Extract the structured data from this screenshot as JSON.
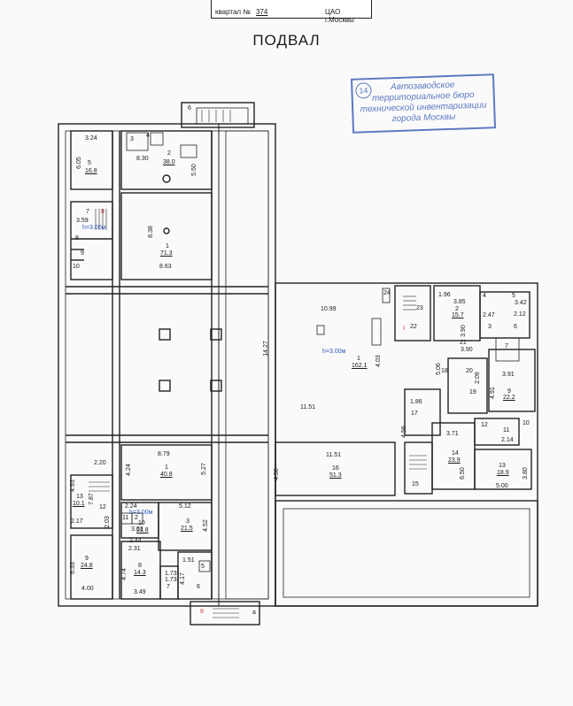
{
  "header": {
    "small_text": "",
    "quarter_label": "квартал №",
    "quarter_number": "374",
    "district": "ЦАО г.Москвы"
  },
  "title": "ПОДВАЛ",
  "stamp": {
    "number": "14",
    "lines": [
      "Автозаводское",
      "территориальное бюро",
      "технической инвентаризации",
      "города Москвы"
    ]
  },
  "labels": {
    "room6_top": "6",
    "l3_24": "3.24",
    "l6_05": "6.05",
    "l5": "5",
    "l16_8": "16.8",
    "l3a": "3",
    "l4a": "4",
    "l8_30": "8.30",
    "l2a": "2",
    "l38_0": "38.0",
    "l5_50": "5.50",
    "l7a": "7",
    "l3_59": "3.59",
    "h3a": "h=3.00м",
    "l8a": "8",
    "l9a": "9",
    "l10a": "10",
    "l8_38": "8.38",
    "l1a": "1",
    "l71_3": "71.3",
    "l8_63": "8.63",
    "l24": "24",
    "l23": "23",
    "l22": "22",
    "l10_99": "10.99",
    "l1_96": "1.96",
    "l3_85": "3.85",
    "l2b": "2",
    "l15_7": "15.7",
    "l4b": "4",
    "l5b": "5",
    "l3_42": "3.42",
    "l2_47": "2.47",
    "l2_12": "2.12",
    "l3b": "3",
    "l6b": "6",
    "l21": "21",
    "l3_90a": "3.90",
    "l3_90b": "3.90",
    "l7b": "7",
    "l14_27": "14.27",
    "h3b": "h=3.00м",
    "l1b": "1",
    "l162_1": "162.1",
    "l4_03": "4.03",
    "l5_06": "5.06",
    "l18": "18",
    "l20": "20",
    "l2_09": "2.09",
    "l3_91": "3.91",
    "l19": "19",
    "l4_91": "4.91",
    "l9b": "9",
    "l22_2": "22.2",
    "l11_51a": "11.51",
    "l1_86": "1.86",
    "l17": "17",
    "l12": "12",
    "l11": "11",
    "l10b": "10",
    "l2_14": "2.14",
    "l3_71": "3.71",
    "l4_56": "4.56",
    "l11_51b": "11.51",
    "l16": "16",
    "l51_3": "51.3",
    "l4_50": "4.50",
    "l14": "14",
    "l23_9": "23.9",
    "l6_50": "6.50",
    "l13a": "13",
    "l18_9": "18.9",
    "l3_80": "3.80",
    "l5_00": "5.00",
    "l15": "15",
    "l8_79": "8.79",
    "l2_20": "2.20",
    "l4_24": "4.24",
    "l1c": "1",
    "l40_8": "40.8",
    "l5_27": "5.27",
    "l4_93": "4.93",
    "l13b": "13",
    "l10_1": "10.1",
    "l7_87": "7.87",
    "l12b": "12",
    "l2_24": "2.24",
    "l5_12": "5.12",
    "l11b": "11",
    "l2c": "2",
    "l3_63": "3.63",
    "h3c": "h=3.00м",
    "l2_03": "2.03",
    "l10c": "10",
    "l21_8": "21.8",
    "l3c": "3",
    "l21_5": "21.5",
    "l4_52": "4.52",
    "l2_17": "2.17",
    "l2_44": "2.44",
    "l2_31": "2.31",
    "l9c": "9",
    "l24_8": "24.8",
    "l6_33": "6.33",
    "l4_74": "4.74",
    "l8c": "8",
    "l14_3": "14.3",
    "l1_51": "1.51",
    "l5c": "5",
    "l4_17": "4.17",
    "l1_73a": "1.73",
    "l1_73b": "1.73",
    "l7c": "7",
    "l6c": "6",
    "l4_00": "4.00",
    "l3_49": "3.49",
    "la": "а",
    "lII": "II",
    "lIIb": "II",
    "lI": "I"
  }
}
